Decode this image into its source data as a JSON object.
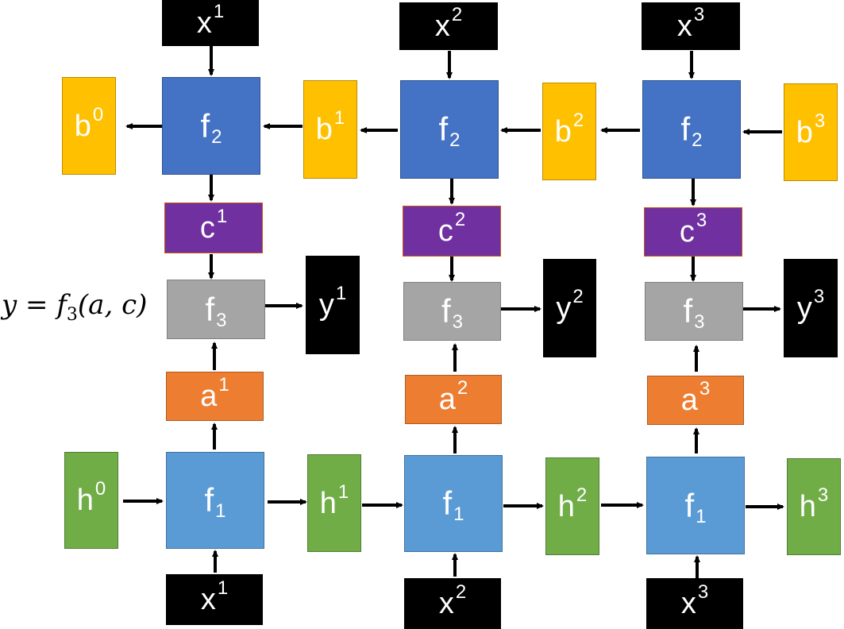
{
  "formula": {
    "y": "y",
    "eq": " = ",
    "f": "f",
    "sub": "3",
    "args": "(a, c)"
  },
  "columns": [
    {
      "x": {
        "base": "x",
        "sup": "1"
      },
      "f2": {
        "base": "f",
        "sub": "2"
      },
      "b_in": {
        "base": "b",
        "sup": "1"
      },
      "b_out": {
        "base": "b",
        "sup": "0"
      },
      "c": {
        "base": "c",
        "sup": "1"
      },
      "f3": {
        "base": "f",
        "sub": "3"
      },
      "y": {
        "base": "y",
        "sup": "1"
      },
      "a": {
        "base": "a",
        "sup": "1"
      },
      "f1": {
        "base": "f",
        "sub": "1"
      },
      "h_in": {
        "base": "h",
        "sup": "0"
      },
      "h_out": {
        "base": "h",
        "sup": "1"
      },
      "x_bottom": {
        "base": "x",
        "sup": "1"
      }
    },
    {
      "x": {
        "base": "x",
        "sup": "2"
      },
      "f2": {
        "base": "f",
        "sub": "2"
      },
      "b_in": {
        "base": "b",
        "sup": "2"
      },
      "c": {
        "base": "c",
        "sup": "2"
      },
      "f3": {
        "base": "f",
        "sub": "3"
      },
      "y": {
        "base": "y",
        "sup": "2"
      },
      "a": {
        "base": "a",
        "sup": "2"
      },
      "f1": {
        "base": "f",
        "sub": "1"
      },
      "h_out": {
        "base": "h",
        "sup": "2"
      },
      "x_bottom": {
        "base": "x",
        "sup": "2"
      }
    },
    {
      "x": {
        "base": "x",
        "sup": "3"
      },
      "f2": {
        "base": "f",
        "sub": "2"
      },
      "b_in": {
        "base": "b",
        "sup": "3"
      },
      "c": {
        "base": "c",
        "sup": "3"
      },
      "f3": {
        "base": "f",
        "sub": "3"
      },
      "y": {
        "base": "y",
        "sup": "3"
      },
      "a": {
        "base": "a",
        "sup": "3"
      },
      "f1": {
        "base": "f",
        "sub": "1"
      },
      "h_out": {
        "base": "h",
        "sup": "3"
      },
      "x_bottom": {
        "base": "x",
        "sup": "3"
      }
    }
  ]
}
